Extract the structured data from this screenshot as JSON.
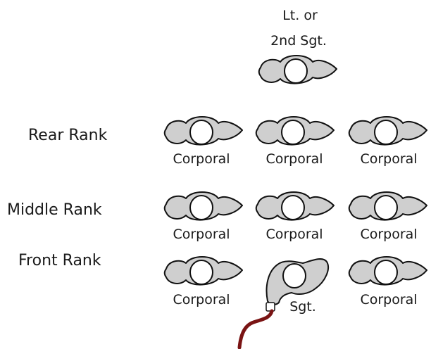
{
  "officer": {
    "label_line1": "Lt. or",
    "label_line2": "2nd Sgt."
  },
  "ranks": [
    {
      "label": "Rear Rank",
      "positions": [
        "Corporal",
        "Corporal",
        "Corporal"
      ]
    },
    {
      "label": "Middle Rank",
      "positions": [
        "Corporal",
        "Corporal",
        "Corporal"
      ]
    },
    {
      "label": "Front Rank",
      "positions": [
        "Corporal",
        "Sgt.",
        "Corporal"
      ]
    }
  ],
  "colors": {
    "figure_fill": "#cfcfcf",
    "outline": "#111111",
    "head_fill": "#ffffff",
    "sword": "#7a1414"
  }
}
